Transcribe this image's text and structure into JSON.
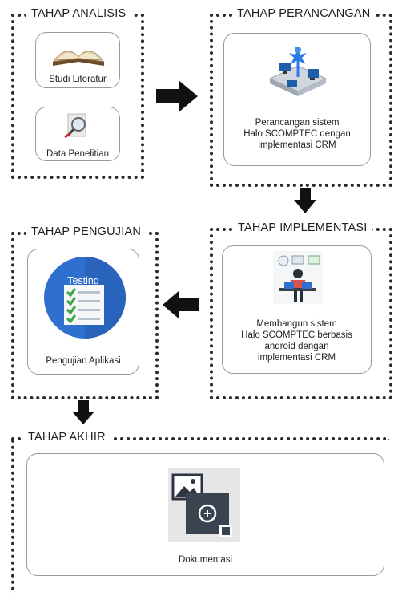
{
  "stages": {
    "analisis": {
      "title": "TAHAP ANALISIS",
      "items": [
        {
          "label": "Studi Literatur",
          "icon": "book-icon"
        },
        {
          "label": "Data Penelitian",
          "icon": "magnifier-icon"
        }
      ]
    },
    "perancangan": {
      "title": "TAHAP PERANCANGAN",
      "label": "Perancangan sistem\nHalo SCOMPTEC dengan\nimplementasi CRM",
      "icon": "puzzle-network-icon"
    },
    "implementasi": {
      "title": "TAHAP IMPLEMENTASI",
      "label": "Membangun sistem\nHalo SCOMPTEC berbasis\nandroid dengan\nimplementasi CRM",
      "icon": "developer-desk-icon"
    },
    "pengujian": {
      "title": "TAHAP PENGUJIAN",
      "label": "Pengujian Aplikasi",
      "icon": "testing-checklist-icon",
      "badge": "Testing"
    },
    "akhir": {
      "title": "TAHAP AKHIR",
      "label": "Dokumentasi",
      "icon": "documentation-icon"
    }
  },
  "colors": {
    "border": "#2b2b2b",
    "arrow": "#111111",
    "testing_blue": "#2f6fd0",
    "check_green": "#3aa54a"
  }
}
